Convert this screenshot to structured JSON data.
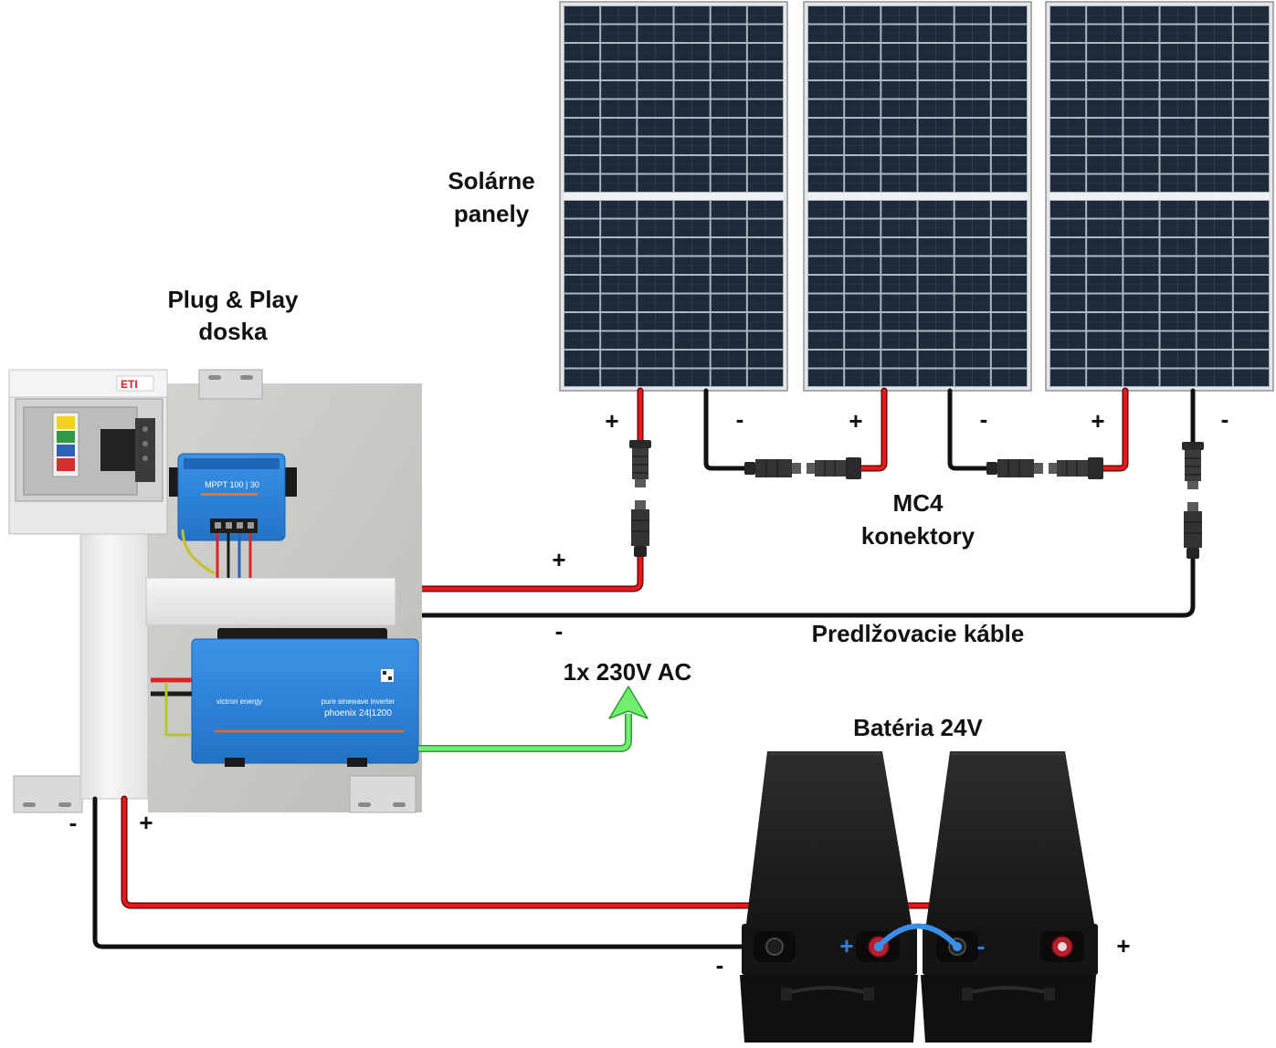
{
  "panels": {
    "title": [
      "Solárne",
      "panely"
    ],
    "terminal_signs": [
      "+",
      "-",
      "+",
      "-",
      "+",
      "-"
    ]
  },
  "mc4": {
    "label": [
      "MC4",
      "konektory"
    ]
  },
  "extension_cables": {
    "label": "Predlžovacie káble",
    "signs": [
      "+",
      "-"
    ]
  },
  "board": {
    "label": [
      "Plug & Play",
      "doska"
    ],
    "output_signs": [
      "-",
      "+"
    ],
    "enclosure_brand": "ETI",
    "charge_controller": {
      "model": "MPPT 100 | 30"
    },
    "inverter": {
      "brand": "victron energy",
      "type": "pure sinewave inverter",
      "model": "phoenix 24|1200"
    }
  },
  "ac_output": {
    "label": "1x 230V AC"
  },
  "battery": {
    "label": "Batéria 24V",
    "terminal_signs": [
      "-",
      "+",
      "-",
      "+"
    ]
  },
  "colors": {
    "positive_wire": "#e3191c",
    "negative_wire": "#111111",
    "ac_output_arrow": "#6fee6f",
    "battery_bridge": "#3a8ee8",
    "device_blue": "#2f80d4"
  }
}
